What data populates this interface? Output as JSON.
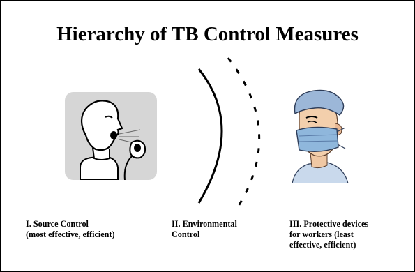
{
  "slide": {
    "title": "Hierarchy of TB Control Measures"
  },
  "illustrations": {
    "source": {
      "icon": "coughing-person-icon",
      "background_color": "#d6d6d6"
    },
    "barrier": {
      "icon": "air-barrier-arcs-icon"
    },
    "worker": {
      "icon": "masked-health-worker-icon",
      "mask_color": "#8fb7dc",
      "cap_color": "#9cb7d8"
    }
  },
  "labels": [
    {
      "line1": "I.  Source Control",
      "line2": "(most effective, efficient)",
      "line3": ""
    },
    {
      "line1": "II.  Environmental",
      "line2": "Control",
      "line3": ""
    },
    {
      "line1": "III.  Protective devices",
      "line2": "for workers (least",
      "line3": "effective, efficient)"
    }
  ]
}
